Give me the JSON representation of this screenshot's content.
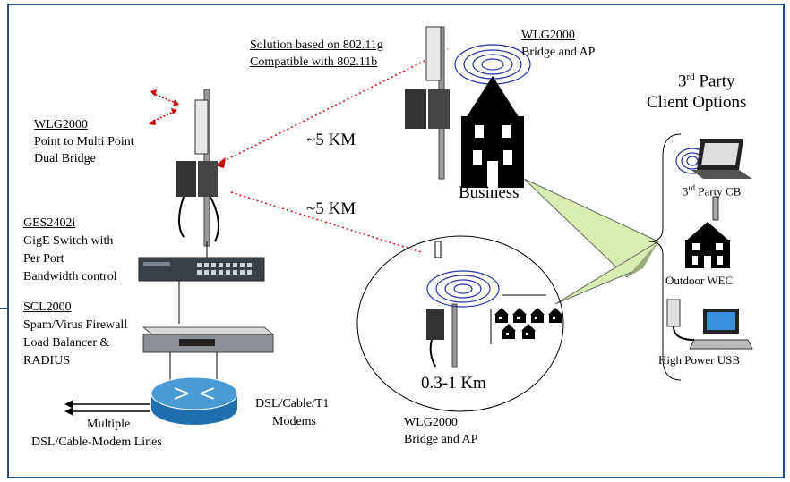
{
  "wlg_top": {
    "model": "WLG2000",
    "role": "Bridge and AP"
  },
  "solution": {
    "line1": "Solution based on 802.11g",
    "line2": "Compatible with 802.11b"
  },
  "third_party": {
    "line1": "3rd Party",
    "line2": "Client Options"
  },
  "wlg_left": {
    "model": "WLG2000",
    "line1": "Point to Multi Point",
    "line2": "Dual Bridge"
  },
  "distance1": "~5 KM",
  "distance2": "~5 KM",
  "business": "Business",
  "ges": {
    "model": "GES2402i",
    "line1": "GigE Switch with",
    "line2": "Per Port",
    "line3": "Bandwidth control"
  },
  "scl": {
    "model": "SCL2000",
    "line1": "Spam/Virus Firewall",
    "line2": "Load Balancer &",
    "line3": "RADIUS"
  },
  "dsl_modems": {
    "line1": "DSL/Cable/T1",
    "line2": "Modems"
  },
  "multiple": {
    "line1": "Multiple",
    "line2": "DSL/Cable-Modem Lines"
  },
  "range": "0.3-1 Km",
  "wlg_bottom": {
    "model": "WLG2000",
    "role": "Bridge and AP"
  },
  "clients": {
    "cb": "3rd Party CB",
    "wec": "Outdoor WEC",
    "usb": "High Power USB"
  },
  "colors": {
    "frame": "#1f4e8c",
    "link": "#cc0000",
    "beam": "#d8eeb0",
    "wifi": "#2233aa",
    "router": "#2a7fc4"
  }
}
